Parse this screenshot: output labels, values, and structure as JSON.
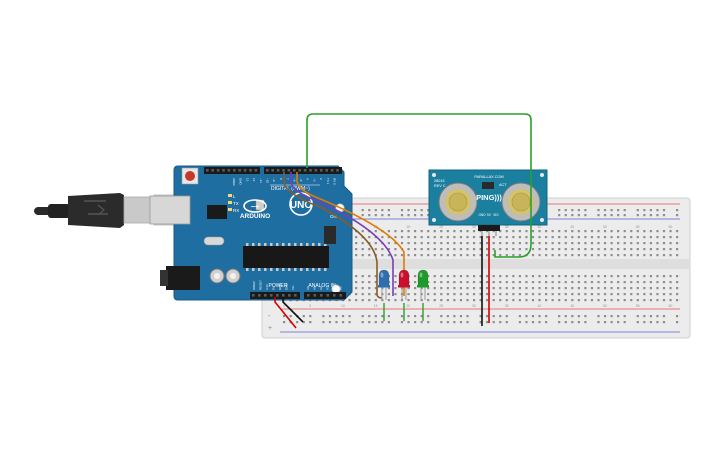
{
  "board": {
    "brand": "ARDUINO",
    "model": "UNO",
    "header_digital": "DIGITAL (PWM~)",
    "label_power": "POWER",
    "label_analog": "ANALOG IN",
    "label_tx": "TX",
    "label_rx": "RX",
    "label_l": "L",
    "label_on": "ON",
    "pin_top": [
      "AREF",
      "GND",
      "13",
      "12",
      "~11",
      "~10",
      "~9",
      "8",
      "7",
      "~6",
      "~5",
      "4",
      "~3",
      "2",
      "TX 1",
      "RX 0"
    ],
    "pin_power": [
      "IOREF",
      "RESET",
      "3.3V",
      "5V",
      "GND",
      "GND",
      "Vin"
    ],
    "pin_analog": [
      "A0",
      "A1",
      "A2",
      "A3",
      "A4",
      "A5"
    ]
  },
  "sensor": {
    "name": "PING)))",
    "maker": "PARALLAX.COM",
    "part_a": "28015",
    "part_b": "REV C",
    "act": "ACT",
    "pins": [
      "GND",
      "5V",
      "SIG"
    ]
  },
  "breadboard": {
    "rail_signs": [
      "-",
      "+",
      "-",
      "+"
    ],
    "col_labels": [
      "1",
      "5",
      "10",
      "15",
      "20",
      "25",
      "30",
      "35",
      "40",
      "45",
      "50",
      "55",
      "60"
    ]
  },
  "leds": [
    {
      "name": "blue",
      "color": "#2f6fb0"
    },
    {
      "name": "red",
      "color": "#c8102e"
    },
    {
      "name": "green",
      "color": "#1c9a2a"
    }
  ],
  "colors": {
    "board": "#1f6ea1",
    "sensor": "#1b7fa0",
    "breadboard": "#ececec",
    "wire_green": "#2aa12a",
    "wire_orange": "#e07b00",
    "wire_purple": "#7a3db8",
    "wire_brown": "#8a5a2b",
    "wire_red": "#d40000",
    "wire_black": "#111111"
  }
}
